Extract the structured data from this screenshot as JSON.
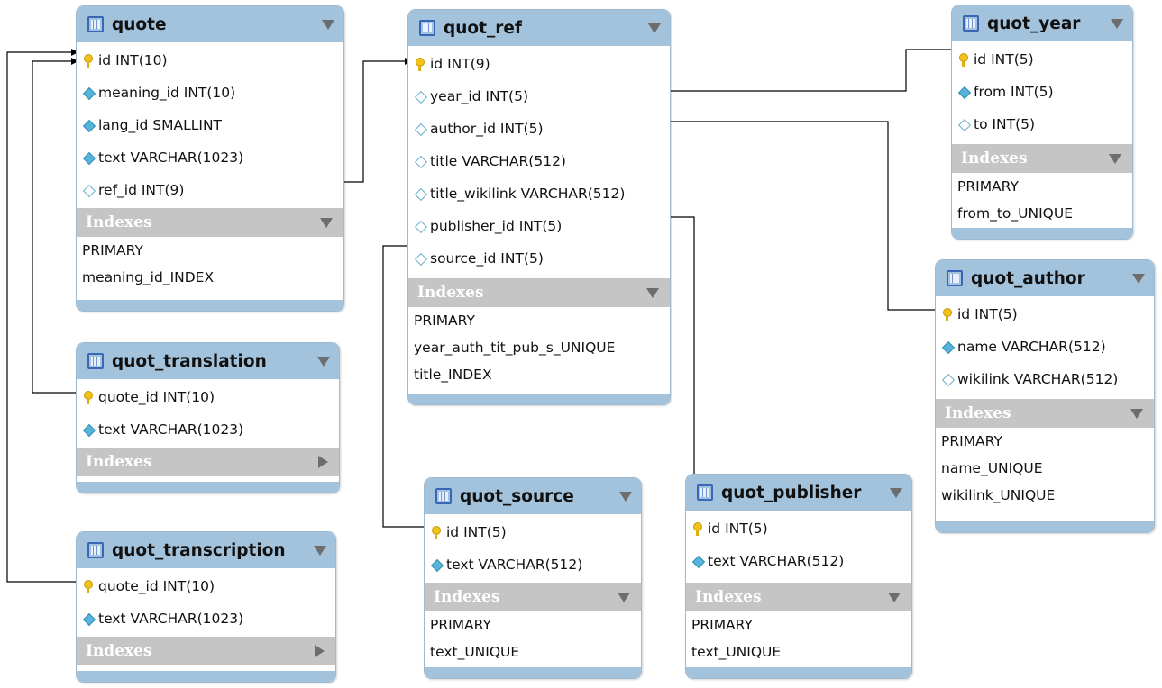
{
  "tables": {
    "quote": {
      "name": "quote",
      "columns": [
        {
          "icon": "primary-key-icon",
          "text": "id INT(10)"
        },
        {
          "icon": "filled-diamond-icon",
          "text": "meaning_id INT(10)"
        },
        {
          "icon": "filled-diamond-icon",
          "text": "lang_id SMALLINT"
        },
        {
          "icon": "filled-diamond-icon",
          "text": "text VARCHAR(1023)"
        },
        {
          "icon": "hollow-diamond-icon",
          "text": "ref_id INT(9)"
        }
      ],
      "indexes_label": "Indexes",
      "indexes": [
        "PRIMARY",
        "meaning_id_INDEX"
      ]
    },
    "quot_ref": {
      "name": "quot_ref",
      "columns": [
        {
          "icon": "primary-key-icon",
          "text": "id INT(9)"
        },
        {
          "icon": "hollow-diamond-icon",
          "text": "year_id INT(5)"
        },
        {
          "icon": "hollow-diamond-icon",
          "text": "author_id INT(5)"
        },
        {
          "icon": "hollow-diamond-icon",
          "text": "title VARCHAR(512)"
        },
        {
          "icon": "hollow-diamond-icon",
          "text": "title_wikilink VARCHAR(512)"
        },
        {
          "icon": "hollow-diamond-icon",
          "text": "publisher_id INT(5)"
        },
        {
          "icon": "hollow-diamond-icon",
          "text": "source_id INT(5)"
        }
      ],
      "indexes_label": "Indexes",
      "indexes": [
        "PRIMARY",
        "year_auth_tit_pub_s_UNIQUE",
        "title_INDEX"
      ]
    },
    "quot_year": {
      "name": "quot_year",
      "columns": [
        {
          "icon": "primary-key-icon",
          "text": "id INT(5)"
        },
        {
          "icon": "filled-diamond-icon",
          "text": "from INT(5)"
        },
        {
          "icon": "hollow-diamond-icon",
          "text": "to INT(5)"
        }
      ],
      "indexes_label": "Indexes",
      "indexes": [
        "PRIMARY",
        "from_to_UNIQUE"
      ]
    },
    "quot_author": {
      "name": "quot_author",
      "columns": [
        {
          "icon": "primary-key-icon",
          "text": "id INT(5)"
        },
        {
          "icon": "filled-diamond-icon",
          "text": "name VARCHAR(512)"
        },
        {
          "icon": "hollow-diamond-icon",
          "text": "wikilink VARCHAR(512)"
        }
      ],
      "indexes_label": "Indexes",
      "indexes": [
        "PRIMARY",
        "name_UNIQUE",
        "wikilink_UNIQUE"
      ]
    },
    "quot_translation": {
      "name": "quot_translation",
      "columns": [
        {
          "icon": "primary-key-icon",
          "text": "quote_id INT(10)"
        },
        {
          "icon": "filled-diamond-icon",
          "text": "text VARCHAR(1023)"
        }
      ],
      "indexes_label": "Indexes",
      "indexes": []
    },
    "quot_transcription": {
      "name": "quot_transcription",
      "columns": [
        {
          "icon": "primary-key-icon",
          "text": "quote_id INT(10)"
        },
        {
          "icon": "filled-diamond-icon",
          "text": "text VARCHAR(1023)"
        }
      ],
      "indexes_label": "Indexes",
      "indexes": []
    },
    "quot_source": {
      "name": "quot_source",
      "columns": [
        {
          "icon": "primary-key-icon",
          "text": "id INT(5)"
        },
        {
          "icon": "filled-diamond-icon",
          "text": "text VARCHAR(512)"
        }
      ],
      "indexes_label": "Indexes",
      "indexes": [
        "PRIMARY",
        "text_UNIQUE"
      ]
    },
    "quot_publisher": {
      "name": "quot_publisher",
      "columns": [
        {
          "icon": "primary-key-icon",
          "text": "id INT(5)"
        },
        {
          "icon": "filled-diamond-icon",
          "text": "text VARCHAR(512)"
        }
      ],
      "indexes_label": "Indexes",
      "indexes": [
        "PRIMARY",
        "text_UNIQUE"
      ]
    }
  },
  "relations": [
    {
      "from": "quote.ref_id",
      "to": "quot_ref.id"
    },
    {
      "from": "quot_ref.year_id",
      "to": "quot_year.id"
    },
    {
      "from": "quot_ref.author_id",
      "to": "quot_author.id"
    },
    {
      "from": "quot_ref.publisher_id",
      "to": "quot_publisher.id"
    },
    {
      "from": "quot_ref.source_id",
      "to": "quot_source.id"
    },
    {
      "from": "quot_translation.quote_id",
      "to": "quote.id"
    },
    {
      "from": "quot_transcription.quote_id",
      "to": "quote.id"
    }
  ],
  "colors": {
    "header": "#a3c3dc",
    "index_header": "#c5c5c5",
    "connector": "#000000"
  }
}
